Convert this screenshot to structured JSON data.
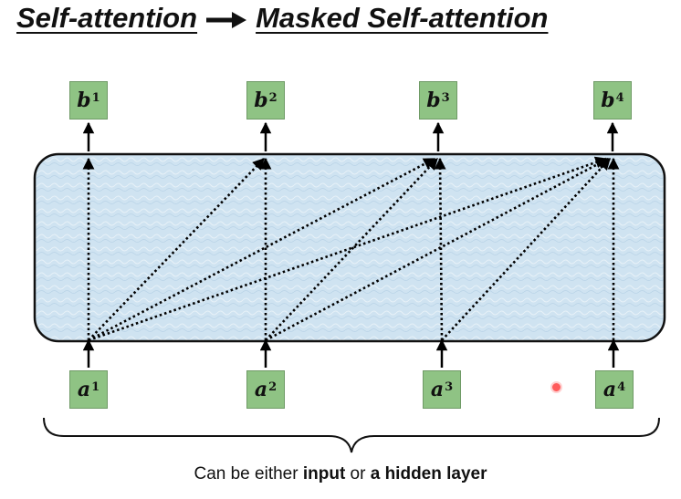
{
  "title": {
    "left": "Self-attention",
    "right": "Masked Self-attention"
  },
  "outputs": [
    {
      "base": "b",
      "sup": "1"
    },
    {
      "base": "b",
      "sup": "2"
    },
    {
      "base": "b",
      "sup": "3"
    },
    {
      "base": "b",
      "sup": "4"
    }
  ],
  "inputs": [
    {
      "base": "a",
      "sup": "1"
    },
    {
      "base": "a",
      "sup": "2"
    },
    {
      "base": "a",
      "sup": "3"
    },
    {
      "base": "a",
      "sup": "4"
    }
  ],
  "caption": {
    "prefix": "Can be either ",
    "bold1": "input",
    "middle": " or ",
    "bold2": "a hidden layer"
  },
  "colors": {
    "box_fill": "#8fc384",
    "panel_fill": "#cfe3f1",
    "pointer": "#ff5a5a"
  }
}
